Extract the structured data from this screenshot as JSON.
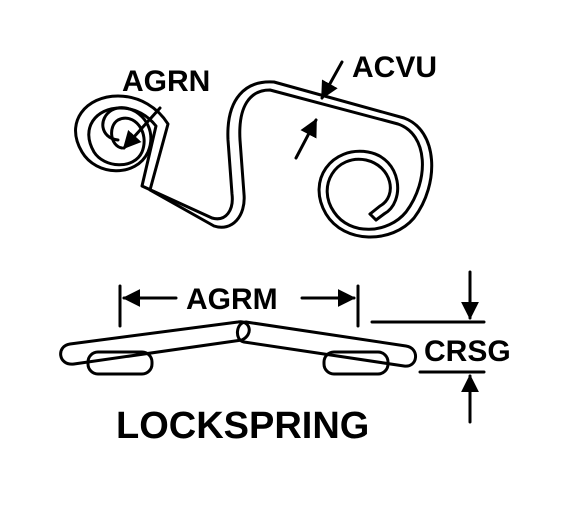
{
  "title": "LOCKSPRING",
  "labels": {
    "agrn": "AGRN",
    "acvu": "ACVU",
    "agrm": "AGRM",
    "crsg": "CRSG"
  },
  "colors": {
    "ink": "#000000",
    "paper": "#ffffff"
  }
}
